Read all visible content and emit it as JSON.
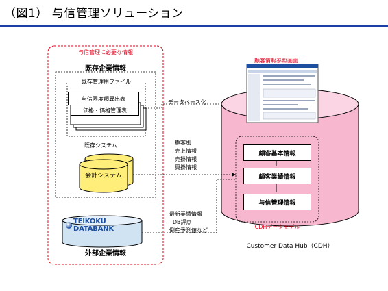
{
  "header": {
    "title": "（図1） 与信管理ソリューション",
    "rule_color": "#1b3fa6"
  },
  "left_panel": {
    "label": "与信管理に必要な情報",
    "label_color": "#e0001b",
    "existing": {
      "title": "既存企業情報",
      "files_label": "既存管理用ファイル",
      "file1": "与信限度額算出表",
      "file2": "価格・価格管理表",
      "system_label": "既存システム",
      "accounting": "会計システム"
    },
    "external": {
      "logo_text": "TEIKOKU DATABANK",
      "title": "外部企業情報"
    }
  },
  "flows": {
    "database": "データベース化",
    "customer_lines": [
      "顧客別",
      "売上情報",
      "売掛情報",
      "買掛情報"
    ],
    "tdb_lines": [
      "最新業績情報",
      "TDB評点",
      "倒産予測値など"
    ]
  },
  "cdh": {
    "screen_label": "顧客情報参照画面",
    "box1": "顧客基本情報",
    "box2": "顧客業績情報",
    "box3": "与信管理情報",
    "model_label": "CDHデータモデル",
    "caption": "Customer Data Hub（CDH）",
    "pink": "#f7b8cf",
    "pink_top": "#fbd5e3",
    "pink_dark": "#e07aa4",
    "red": "#e0001b",
    "yellow": "#ffee7a"
  }
}
